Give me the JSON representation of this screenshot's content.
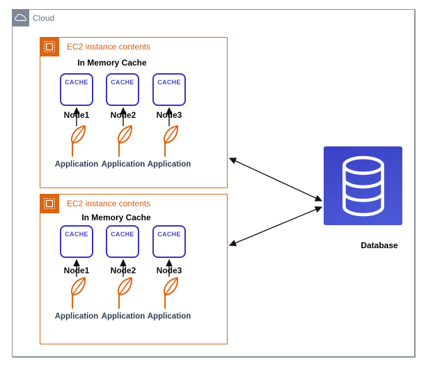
{
  "cloud": {
    "label": "Cloud"
  },
  "groups": [
    {
      "label": "EC2 instance contents",
      "subtitle": "In Memory Cache",
      "nodes": [
        {
          "cache": "CACHE",
          "name": "Node1",
          "app": "Application"
        },
        {
          "cache": "CACHE",
          "name": "Node2",
          "app": "Application"
        },
        {
          "cache": "CACHE",
          "name": "Node3",
          "app": "Application"
        }
      ]
    },
    {
      "label": "EC2 instance contents",
      "subtitle": "In Memory Cache",
      "nodes": [
        {
          "cache": "CACHE",
          "name": "Node1",
          "app": "Application"
        },
        {
          "cache": "CACHE",
          "name": "Node2",
          "app": "Application"
        },
        {
          "cache": "CACHE",
          "name": "Node3",
          "app": "Application"
        }
      ]
    }
  ],
  "database": {
    "label": "Database"
  },
  "colors": {
    "group_border_orange": "#D86613",
    "group_label_orange": "#D05C17",
    "cache_border_indigo": "#3634BF",
    "cache_text_indigo": "#4747C2",
    "application_text": "#333F54",
    "cloud_icon_gray": "#7D8998",
    "outer_border_gray": "#8A929B",
    "database_gradient_top": "#3A40C6",
    "database_gradient_bottom": "#4C59D9",
    "arrow_black": "#141414"
  }
}
